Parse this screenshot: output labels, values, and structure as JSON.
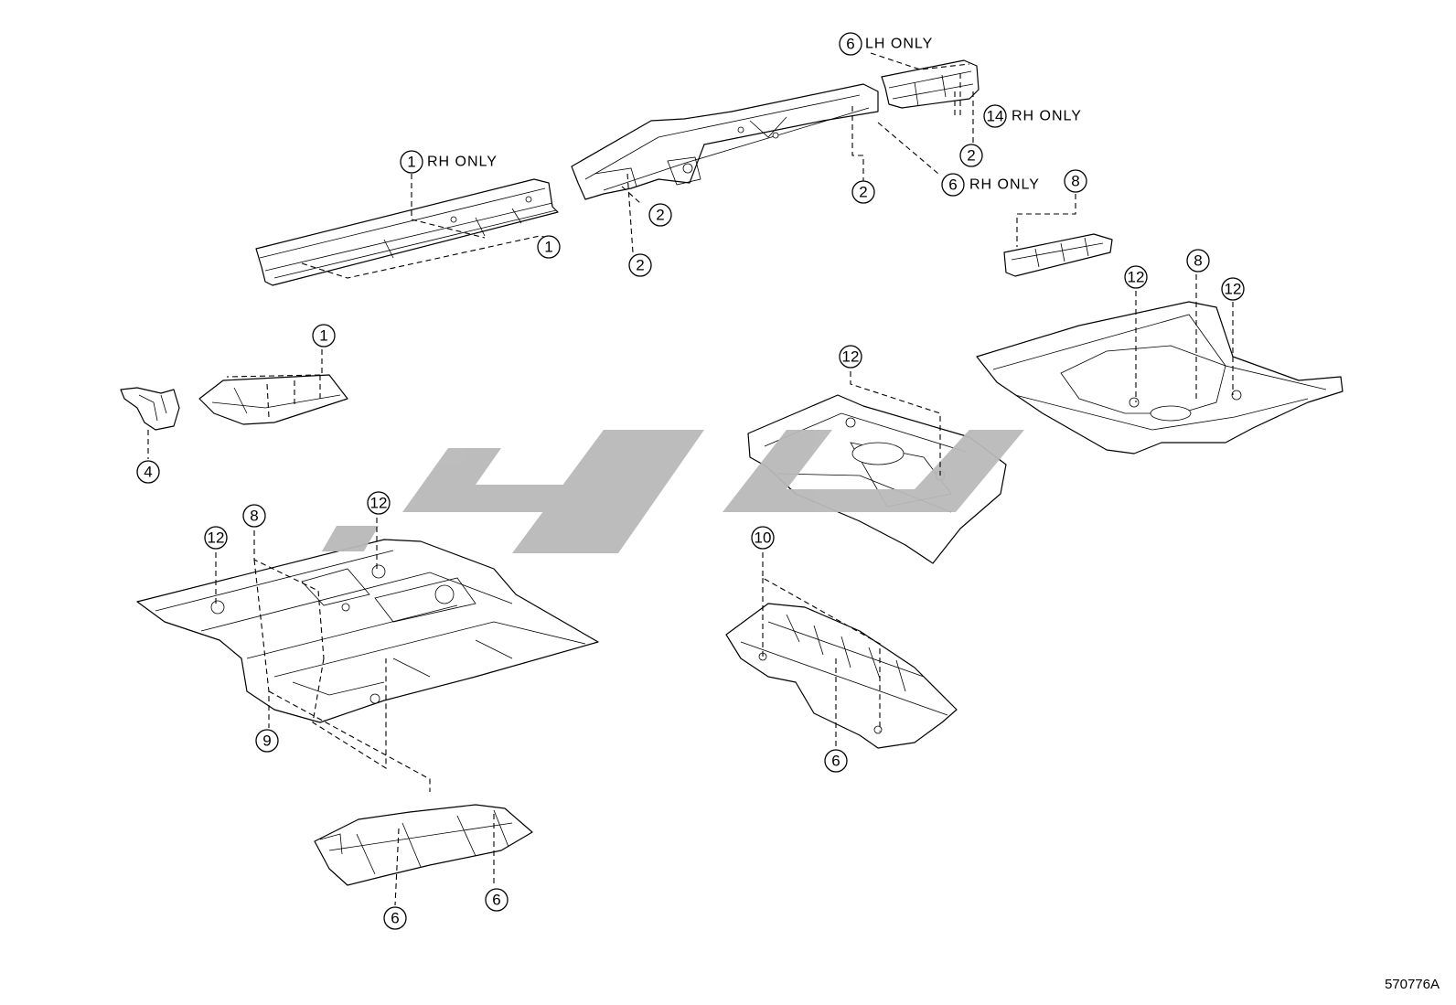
{
  "callouts": [
    {
      "label": "6",
      "note": "LH ONLY"
    },
    {
      "label": "14",
      "note": "RH ONLY"
    },
    {
      "label": "2",
      "note": ""
    },
    {
      "label": "1",
      "note": "RH ONLY"
    },
    {
      "label": "6",
      "note": "RH ONLY"
    },
    {
      "label": "2",
      "note": ""
    },
    {
      "label": "8",
      "note": ""
    },
    {
      "label": "2",
      "note": ""
    },
    {
      "label": "1",
      "note": ""
    },
    {
      "label": "2",
      "note": ""
    },
    {
      "label": "12",
      "note": ""
    },
    {
      "label": "8",
      "note": ""
    },
    {
      "label": "12",
      "note": ""
    },
    {
      "label": "1",
      "note": ""
    },
    {
      "label": "12",
      "note": ""
    },
    {
      "label": "4",
      "note": ""
    },
    {
      "label": "12",
      "note": ""
    },
    {
      "label": "8",
      "note": ""
    },
    {
      "label": "12",
      "note": ""
    },
    {
      "label": "10",
      "note": ""
    },
    {
      "label": "9",
      "note": ""
    },
    {
      "label": "6",
      "note": ""
    },
    {
      "label": "6",
      "note": ""
    },
    {
      "label": "6",
      "note": ""
    }
  ],
  "figure_code": "570776A",
  "watermark": {
    "color": "#b9b9b9"
  }
}
